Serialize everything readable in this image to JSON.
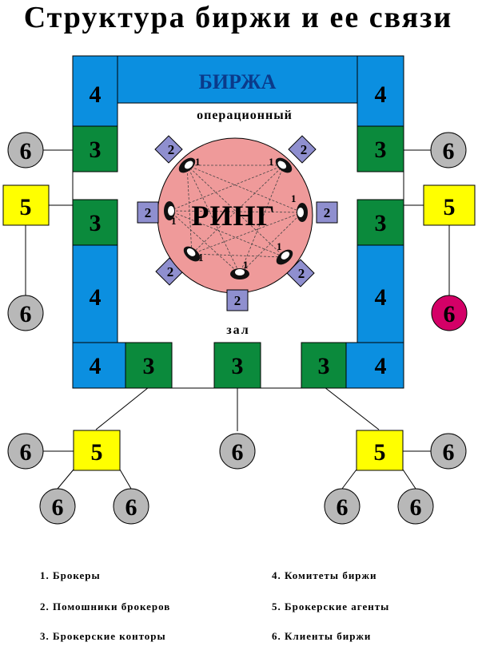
{
  "title": "Структура биржи и ее связи",
  "exchange_label": "БИРЖА",
  "hall_top": "операционный",
  "hall_bottom": "зал",
  "ring_label": "РИНГ",
  "marks": {
    "broker": "1",
    "assistant": "2",
    "office": "3",
    "committee": "4",
    "agent": "5",
    "client": "6"
  },
  "legend": [
    "1. Брокеры",
    "2. Помошники брокеров",
    "3. Брокерские конторы",
    "4. Комитеты биржи",
    "5. Брокерские агенты",
    "6. Клиенты биржи"
  ],
  "colors": {
    "committee": "#0b8fe0",
    "office": "#0b8a3c",
    "agent": "#ffff00",
    "client": "#b8b8b8",
    "client_highlight": "#d40067",
    "ring": "#ef9a9a",
    "assistant": "#8f8fcf"
  }
}
